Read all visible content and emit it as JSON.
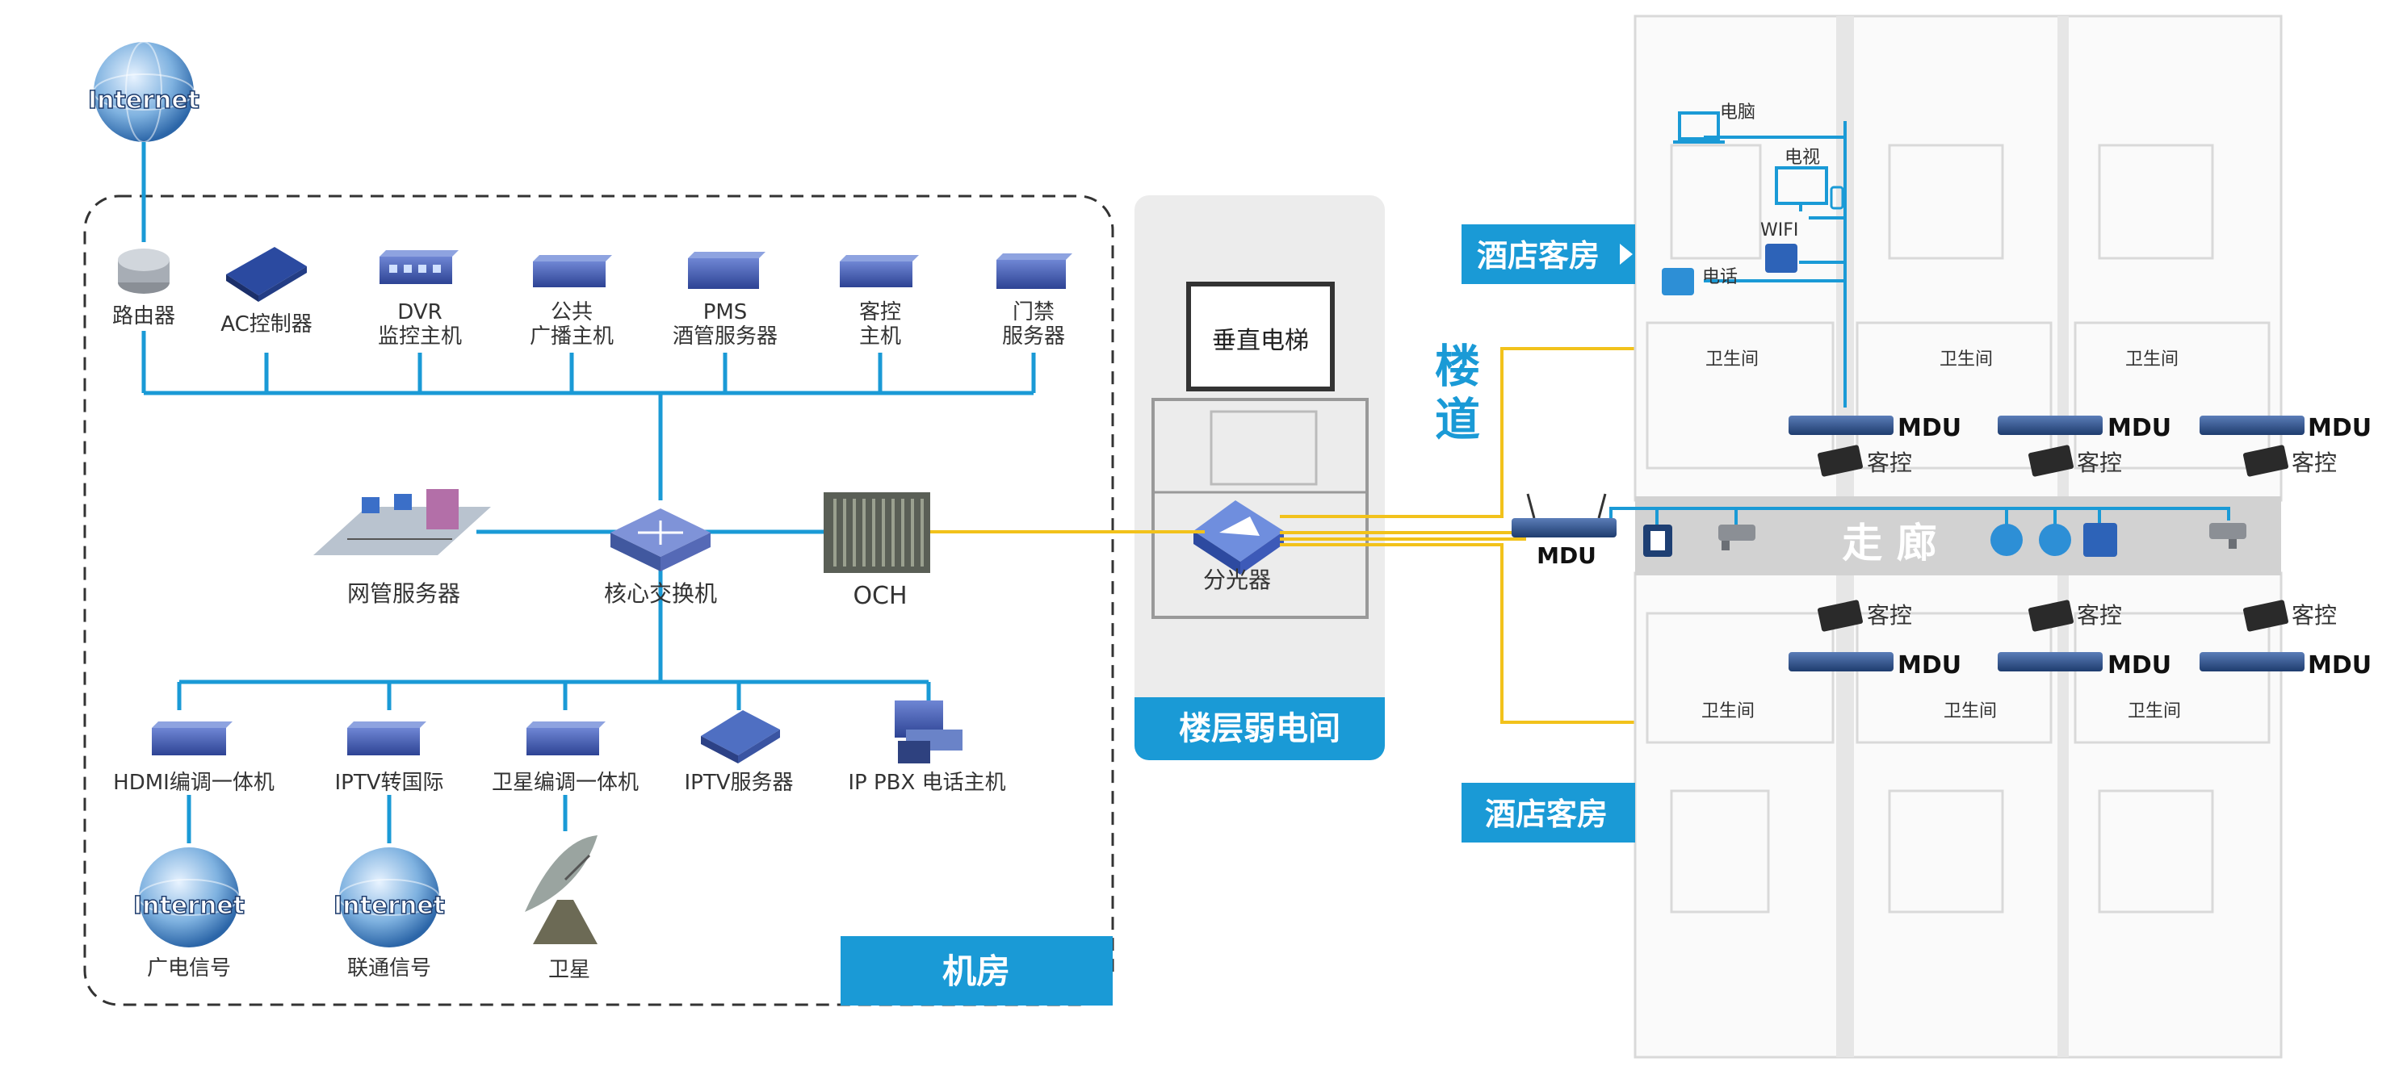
{
  "internet_label": "Internet",
  "machine_room": {
    "title": "机房",
    "top_devices": [
      {
        "id": "router",
        "lines": [
          "路由器"
        ]
      },
      {
        "id": "ac",
        "lines": [
          "AC控制器"
        ]
      },
      {
        "id": "dvr",
        "lines": [
          "DVR",
          "监控主机"
        ]
      },
      {
        "id": "broadcast",
        "lines": [
          "公共",
          "广播主机"
        ]
      },
      {
        "id": "pms",
        "lines": [
          "PMS",
          "酒管服务器"
        ]
      },
      {
        "id": "guest-control",
        "lines": [
          "客控",
          "主机"
        ]
      },
      {
        "id": "access",
        "lines": [
          "门禁",
          "服务器"
        ]
      }
    ],
    "nms_label": "网管服务器",
    "core_switch_label": "核心交换机",
    "och_label": "OCH",
    "bottom_devices": [
      {
        "id": "hdmi",
        "lines": [
          "HDMI编调一体机"
        ]
      },
      {
        "id": "iptv-gw",
        "lines": [
          "IPTV转国际"
        ]
      },
      {
        "id": "sat-enc",
        "lines": [
          "卫星编调一体机"
        ]
      },
      {
        "id": "iptv-server",
        "lines": [
          "IPTV服务器"
        ]
      },
      {
        "id": "ippbx",
        "lines": [
          "IP PBX 电话主机"
        ]
      }
    ],
    "sources": [
      "广电信号",
      "联通信号",
      "卫星"
    ]
  },
  "floor_room": {
    "title": "楼层弱电间",
    "elevator_label": "垂直电梯",
    "splitter_label": "分光器"
  },
  "corridor": {
    "title_v": "楼道",
    "corridor_label": "走 廊",
    "mdu_label": "MDU"
  },
  "hotel": {
    "room_label": "酒店客房",
    "pc_label": "电脑",
    "tv_label": "电视",
    "wifi_label": "WIFI",
    "phone_label": "电话",
    "bathroom_label": "卫生间",
    "mdu_label": "MDU",
    "guest_ctrl_label": "客控"
  },
  "colors": {
    "blue": "#1a9ad6",
    "yellow": "#f2c21b",
    "tag_bg": "#1a9ad6"
  }
}
